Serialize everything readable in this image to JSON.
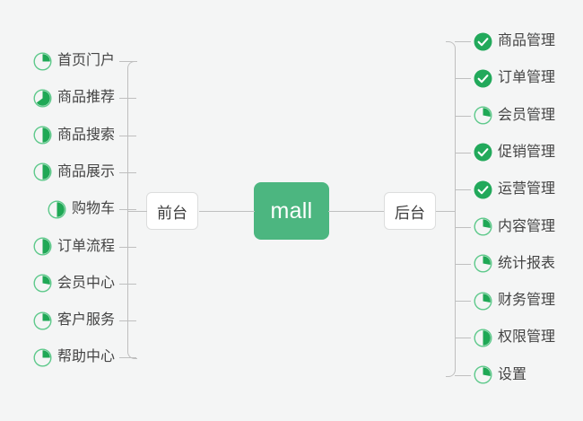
{
  "diagram": {
    "type": "mindmap",
    "background_color": "#f4f5f5",
    "root": {
      "label": "mall",
      "color": "#4cb680",
      "text_color": "#ffffff"
    },
    "branches": [
      {
        "id": "frontend",
        "label": "前台",
        "side": "left"
      },
      {
        "id": "backend",
        "label": "后台",
        "side": "right"
      }
    ],
    "colors": {
      "accent": "#4cb680",
      "check_fill": "#22a95b",
      "ring": "#5ec98b",
      "line": "#bfbfbf",
      "text": "#444444",
      "node_border": "#dcdddd",
      "node_bg": "#ffffff"
    }
  },
  "left_items": [
    {
      "label": "首页门户",
      "icon": "pie-progress-icon",
      "progress": 25,
      "status": "in-progress"
    },
    {
      "label": "商品推荐",
      "icon": "pie-progress-icon",
      "progress": 65,
      "status": "in-progress"
    },
    {
      "label": "商品搜索",
      "icon": "pie-progress-icon",
      "progress": 50,
      "status": "in-progress"
    },
    {
      "label": "商品展示",
      "icon": "pie-progress-icon",
      "progress": 50,
      "status": "in-progress"
    },
    {
      "label": "购物车",
      "icon": "pie-progress-icon",
      "progress": 50,
      "status": "in-progress"
    },
    {
      "label": "订单流程",
      "icon": "pie-progress-icon",
      "progress": 50,
      "status": "in-progress"
    },
    {
      "label": "会员中心",
      "icon": "pie-progress-icon",
      "progress": 28,
      "status": "in-progress"
    },
    {
      "label": "客户服务",
      "icon": "pie-progress-icon",
      "progress": 25,
      "status": "in-progress"
    },
    {
      "label": "帮助中心",
      "icon": "pie-progress-icon",
      "progress": 25,
      "status": "in-progress"
    }
  ],
  "right_items": [
    {
      "label": "商品管理",
      "icon": "check-circle-icon",
      "progress": 100,
      "status": "done"
    },
    {
      "label": "订单管理",
      "icon": "check-circle-icon",
      "progress": 100,
      "status": "done"
    },
    {
      "label": "会员管理",
      "icon": "pie-progress-icon",
      "progress": 28,
      "status": "in-progress"
    },
    {
      "label": "促销管理",
      "icon": "check-circle-icon",
      "progress": 100,
      "status": "done"
    },
    {
      "label": "运营管理",
      "icon": "check-circle-icon",
      "progress": 100,
      "status": "done"
    },
    {
      "label": "内容管理",
      "icon": "pie-progress-icon",
      "progress": 28,
      "status": "in-progress"
    },
    {
      "label": "统计报表",
      "icon": "pie-progress-icon",
      "progress": 28,
      "status": "in-progress"
    },
    {
      "label": "财务管理",
      "icon": "pie-progress-icon",
      "progress": 28,
      "status": "in-progress"
    },
    {
      "label": "权限管理",
      "icon": "pie-progress-icon",
      "progress": 50,
      "status": "in-progress"
    },
    {
      "label": "设置",
      "icon": "pie-progress-icon",
      "progress": 28,
      "status": "in-progress"
    }
  ]
}
